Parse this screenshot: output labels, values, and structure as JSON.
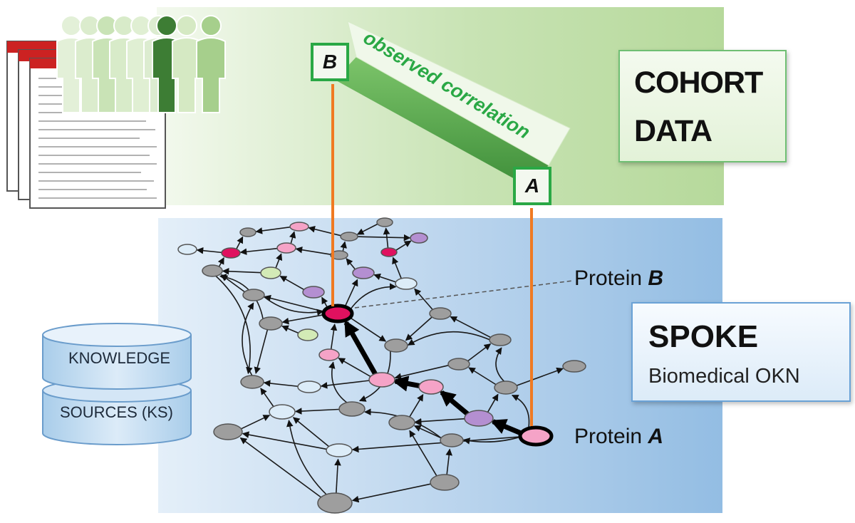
{
  "cohort": {
    "line1": "COHORT",
    "line2": "DATA"
  },
  "correlation_label": "observed correlation",
  "variables": {
    "b": "B",
    "a": "A"
  },
  "spoke": {
    "title": "SPOKE",
    "subtitle": "Biomedical OKN"
  },
  "proteins": {
    "b": {
      "prefix": "Protein ",
      "letter": "B"
    },
    "a": {
      "prefix": "Protein ",
      "letter": "A"
    }
  },
  "knowledge_sources": {
    "line1": "KNOWLEDGE",
    "line2": "SOURCES  (KS)"
  },
  "colors": {
    "cohort_band": "#cfe6bd",
    "spoke_band": "#a9c9e8",
    "correlation_green": "#2aa845",
    "orange_line": "#f07a22",
    "node_gray": "#9e9e9e",
    "node_pink": "#f5a3c7",
    "node_red": "#e0115f",
    "node_purple": "#b48fd1",
    "node_lightgreen": "#d3eab6",
    "node_lightblue": "#dcecf8"
  }
}
